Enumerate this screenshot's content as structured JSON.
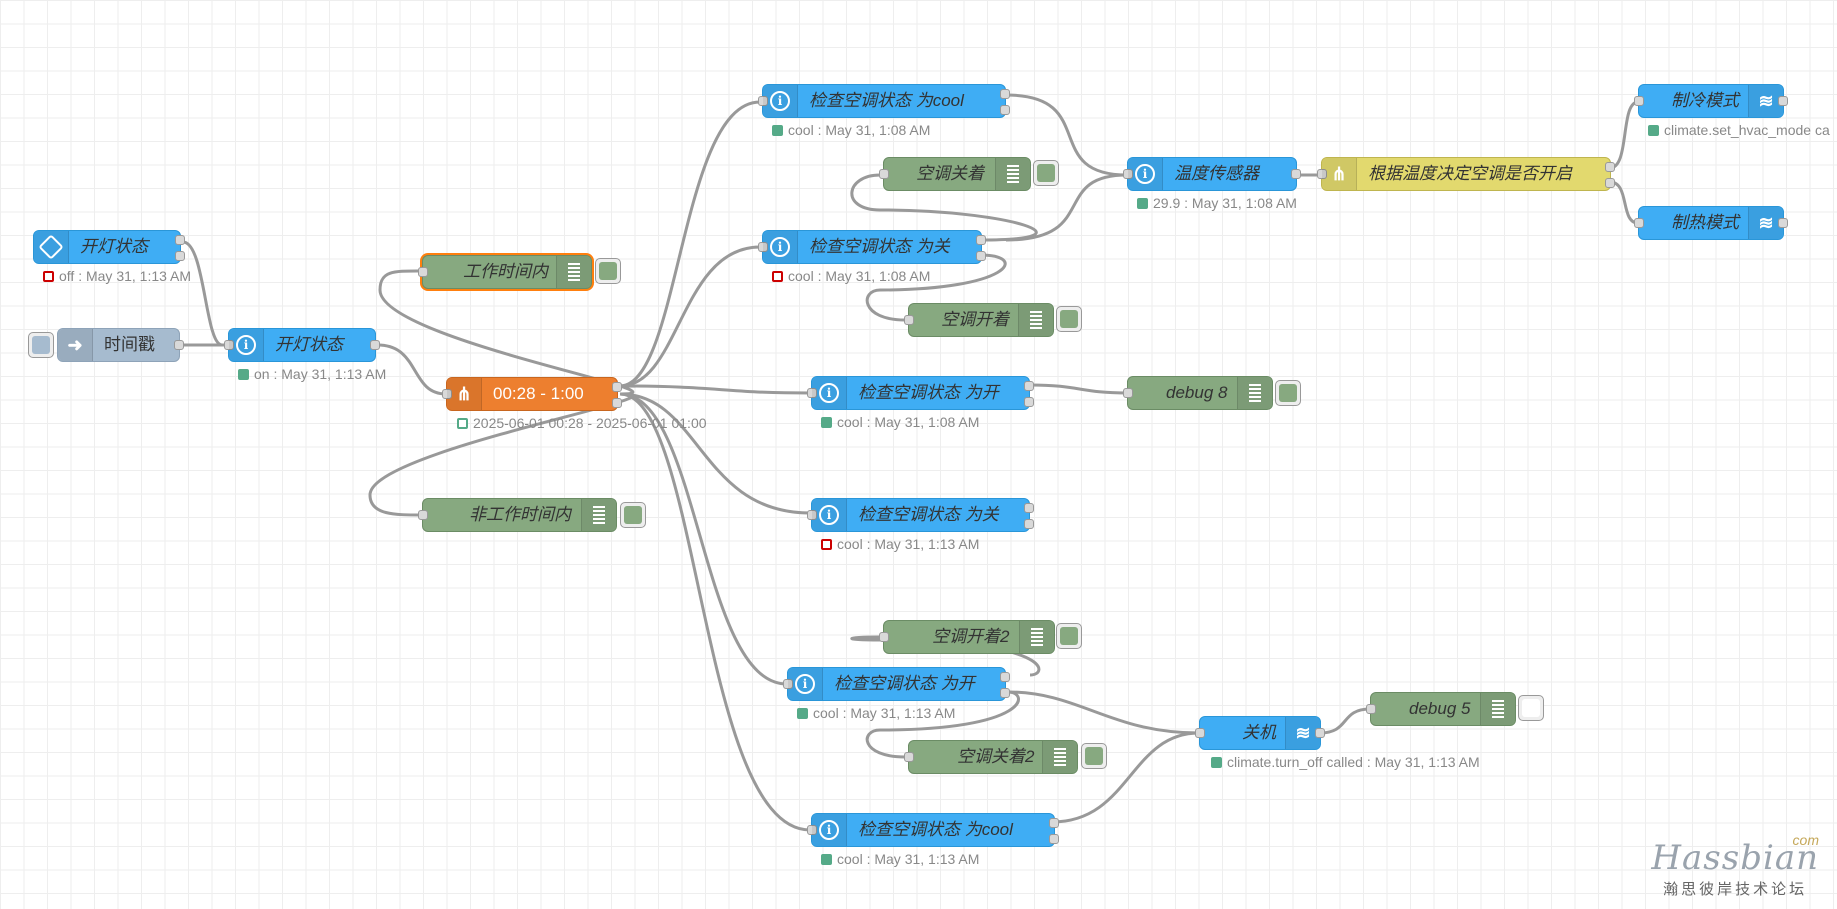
{
  "nodes": {
    "n1": {
      "label": "开灯状态",
      "status": "off : May 31, 1:13 AM"
    },
    "n2": {
      "label": "时间戳"
    },
    "n3": {
      "label": "开灯状态",
      "status": "on : May 31, 1:13 AM"
    },
    "n4": {
      "label": "工作时间内"
    },
    "n5": {
      "label": "00:28 - 1:00",
      "status": "2025-06-01 00:28 - 2025-06-01 01:00"
    },
    "n6": {
      "label": "非工作时间内"
    },
    "n7": {
      "label": "检查空调状态 为cool",
      "status": "cool : May 31, 1:08 AM"
    },
    "n8": {
      "label": "空调关着"
    },
    "n9": {
      "label": "检查空调状态 为关",
      "status": "cool : May 31, 1:08 AM"
    },
    "n10": {
      "label": "空调开着"
    },
    "n11": {
      "label": "检查空调状态 为开",
      "status": "cool : May 31, 1:08 AM"
    },
    "n12": {
      "label": "debug 8"
    },
    "n13": {
      "label": "检查空调状态 为关",
      "status": "cool : May 31, 1:13 AM"
    },
    "n14": {
      "label": "空调开着2"
    },
    "n15": {
      "label": "检查空调状态 为开",
      "status": "cool : May 31, 1:13 AM"
    },
    "n16": {
      "label": "空调关着2"
    },
    "n17": {
      "label": "检查空调状态 为cool",
      "status": "cool : May 31, 1:13 AM"
    },
    "n18": {
      "label": "关机",
      "status": "climate.turn_off called : May 31, 1:13 AM"
    },
    "n19": {
      "label": "debug 5"
    },
    "n20": {
      "label": "温度传感器",
      "status": "29.9 : May 31, 1:08 AM"
    },
    "n21": {
      "label": "根据温度决定空调是否开启"
    },
    "n22": {
      "label": "制冷模式",
      "status": "climate.set_hvac_mode ca"
    },
    "n23": {
      "label": "制热模式"
    }
  },
  "watermark": {
    "main": "Hassbian",
    "com": "com",
    "sub": "瀚思彼岸技术论坛"
  },
  "colors": {
    "blue": "#3fadf4",
    "green": "#87a980",
    "orange": "#ed7f2f",
    "yellow": "#e2d96e",
    "grey": "#a6bbcf",
    "wire": "#999999"
  }
}
